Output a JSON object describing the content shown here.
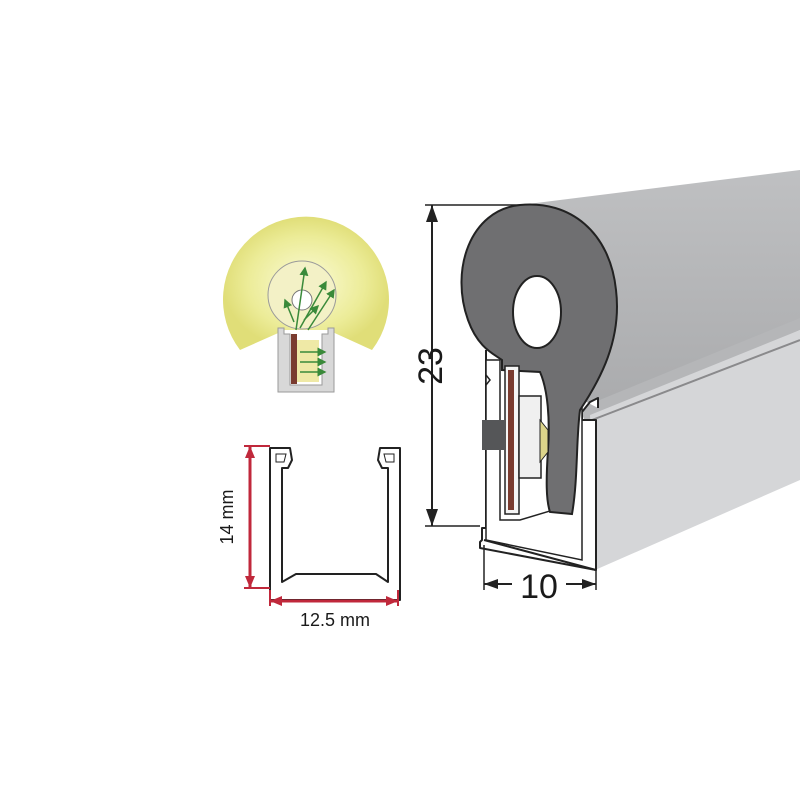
{
  "diagram": {
    "profile_height_label": "23",
    "profile_width_label": "10",
    "channel_height_label": "14 mm",
    "channel_width_label": "12.5 mm"
  },
  "colors": {
    "glow": "#e8e680",
    "silicone": "#6f6f71",
    "housing": "#c9cacc",
    "dimension_accent": "#c0283b",
    "arrow": "#3a8a3a"
  },
  "icons": {
    "light_diagram": "light-emission-icon",
    "channel_profile": "aluminum-channel-icon",
    "neon_profile": "neon-profile-3d-icon"
  }
}
